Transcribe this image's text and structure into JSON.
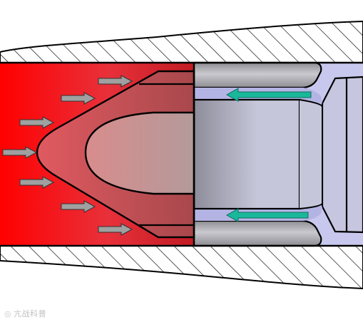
{
  "diagram": {
    "colors": {
      "barrel_hatch": "#000000",
      "gas_red": "#ff0000",
      "case_gray": "#b8b8c8",
      "cavity_lavender": "#c8c8ee",
      "arrow_gas": "#a0a0a0",
      "arrow_flow": "#1ab89a"
    },
    "gas_arrows_count": 7,
    "flow_arrows_count": 2
  },
  "watermark": {
    "icon": "camera-icon",
    "text": "亢战科普"
  }
}
